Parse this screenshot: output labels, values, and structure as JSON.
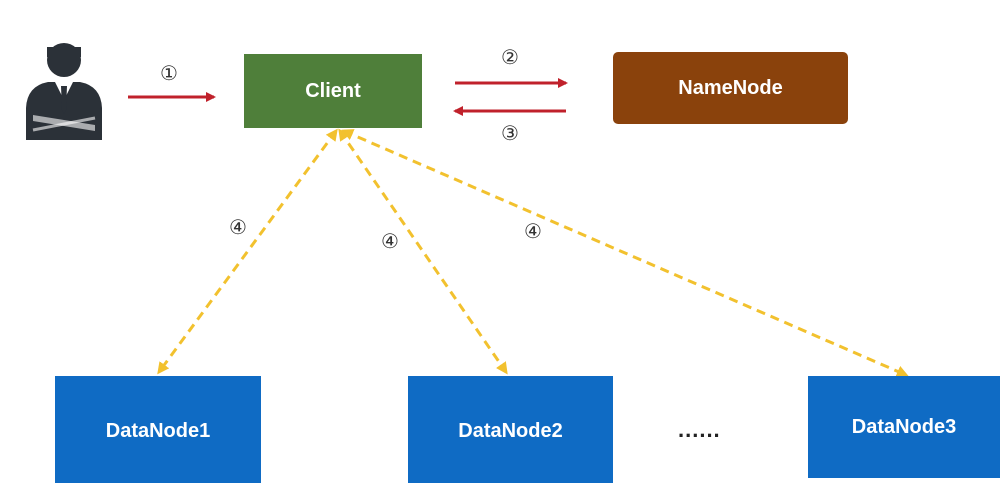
{
  "nodes": {
    "client": "Client",
    "namenode": "NameNode",
    "datanode1": "DataNode1",
    "datanode2": "DataNode2",
    "datanode3": "DataNode3"
  },
  "ellipsis": "......",
  "steps": {
    "s1": "①",
    "s2": "②",
    "s3": "③",
    "s4": "④"
  },
  "colors": {
    "client": "#4f7f3a",
    "namenode": "#8a420c",
    "datanode": "#0f6bc4",
    "request_arrow": "#c0212b",
    "data_arrow": "#f2c12e",
    "user_icon": "#2b3138"
  },
  "icons": {
    "user": "businessman-icon"
  }
}
